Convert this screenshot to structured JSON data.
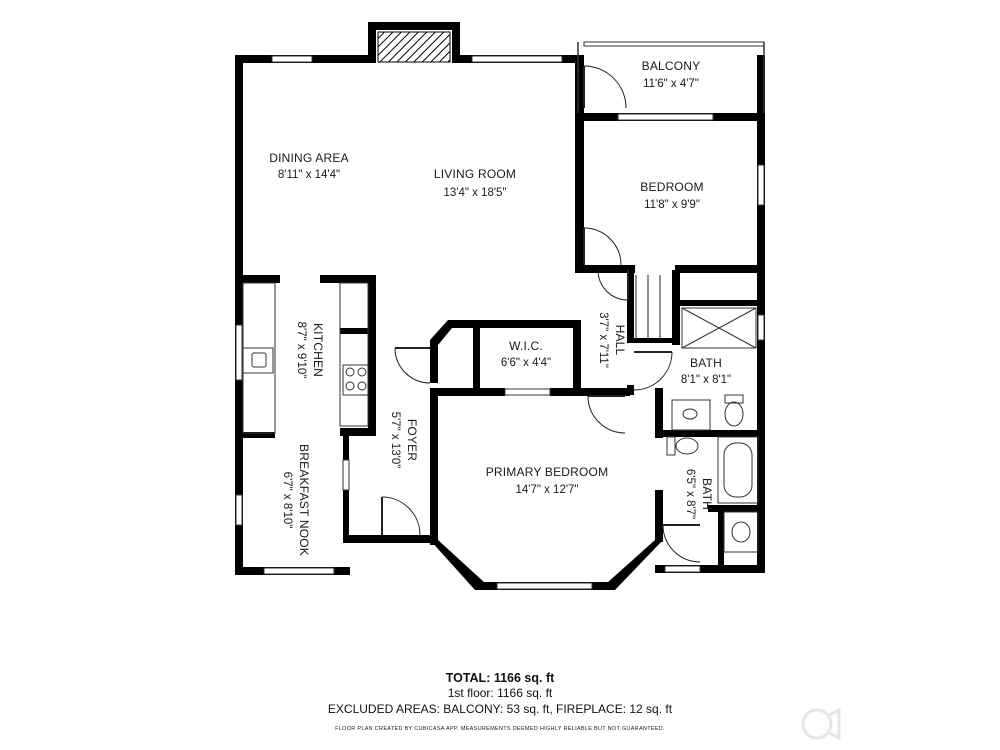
{
  "rooms": {
    "balcony": {
      "name": "BALCONY",
      "dims": "11'6\" x 4'7\""
    },
    "dining": {
      "name": "DINING AREA",
      "dims": "8'11\" x 14'4\""
    },
    "living": {
      "name": "LIVING ROOM",
      "dims": "13'4\" x 18'5\""
    },
    "bedroom": {
      "name": "BEDROOM",
      "dims": "11'8\" x 9'9\""
    },
    "kitchen": {
      "name": "KITCHEN",
      "dims": "8'7\" x 9'10\""
    },
    "wic": {
      "name": "W.I.C.",
      "dims": "6'6\" x 4'4\""
    },
    "hall": {
      "name": "HALL",
      "dims": "3'7\" x 7'11\""
    },
    "bath1": {
      "name": "BATH",
      "dims": "8'1\" x 8'1\""
    },
    "foyer": {
      "name": "FOYER",
      "dims": "5'7\" x 13'0\""
    },
    "primary": {
      "name": "PRIMARY BEDROOM",
      "dims": "14'7\" x 12'7\""
    },
    "bath2": {
      "name": "BATH",
      "dims": "6'5\" x 8'7\""
    },
    "nook": {
      "name": "BREAKFAST NOOK",
      "dims": "6'7\" x 8'10\""
    }
  },
  "footer": {
    "total_label": "TOTAL:",
    "total_value": "1166 sq. ft",
    "first_floor": "1st floor: 1166 sq. ft",
    "excluded": "EXCLUDED AREAS: BALCONY: 53 sq. ft, FIREPLACE: 12 sq. ft",
    "credit": "FLOOR PLAN CREATED BY CUBICASA APP. MEASUREMENTS DEEMED HIGHLY RELIABLE BUT NOT GUARANTEED."
  },
  "colors": {
    "wall": "#000000",
    "thin_line": "#555555",
    "background": "#ffffff"
  }
}
